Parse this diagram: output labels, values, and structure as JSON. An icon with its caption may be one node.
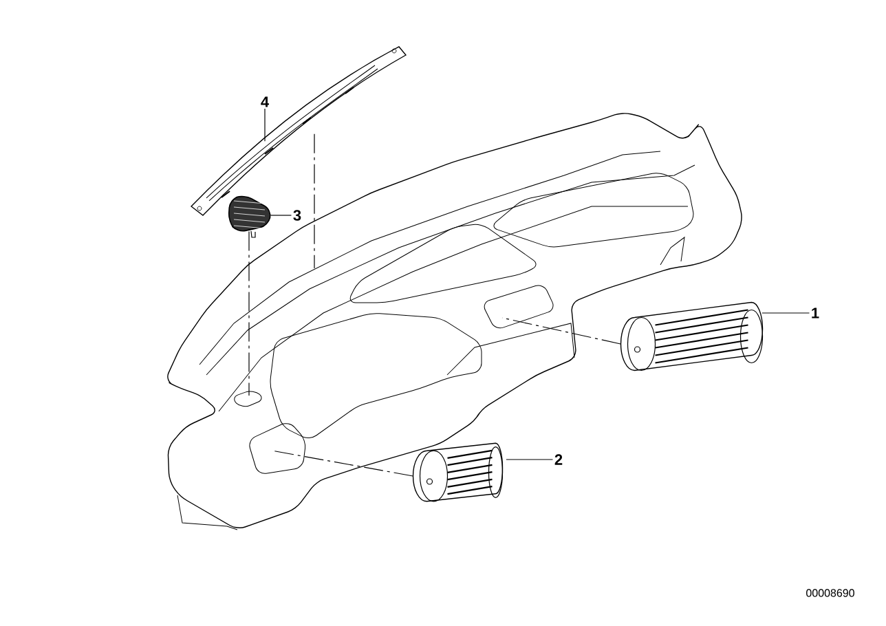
{
  "diagram": {
    "nodes": [
      {
        "text": [
          "1"
        ]
      },
      {
        "text": [],
        "shape": "picture"
      },
      {
        "text": [
          "2"
        ]
      },
      {
        "text": [],
        "shape": "picture"
      },
      {
        "text": [
          "3"
        ]
      },
      {
        "text": [],
        "shape": "picture"
      },
      {
        "text": [
          "4"
        ]
      },
      {
        "text": [],
        "shape": "picture"
      },
      {
        "text": [],
        "shape": "picture"
      }
    ],
    "edges": [
      {
        "from": 0,
        "to": 1,
        "arrow": "none"
      },
      {
        "from": 2,
        "to": 3,
        "arrow": "none"
      },
      {
        "from": 4,
        "to": 5,
        "arrow": "none"
      },
      {
        "from": 6,
        "to": 7,
        "arrow": "none"
      },
      {
        "from": 1,
        "to": 8,
        "arrow": "none",
        "style": "dashed"
      },
      {
        "from": 3,
        "to": 8,
        "arrow": "none",
        "style": "dashed"
      },
      {
        "from": 5,
        "to": 8,
        "arrow": "none",
        "style": "dashed"
      },
      {
        "from": 7,
        "to": 8,
        "arrow": "none",
        "style": "dashed"
      }
    ],
    "labels": [
      "00008690"
    ]
  }
}
